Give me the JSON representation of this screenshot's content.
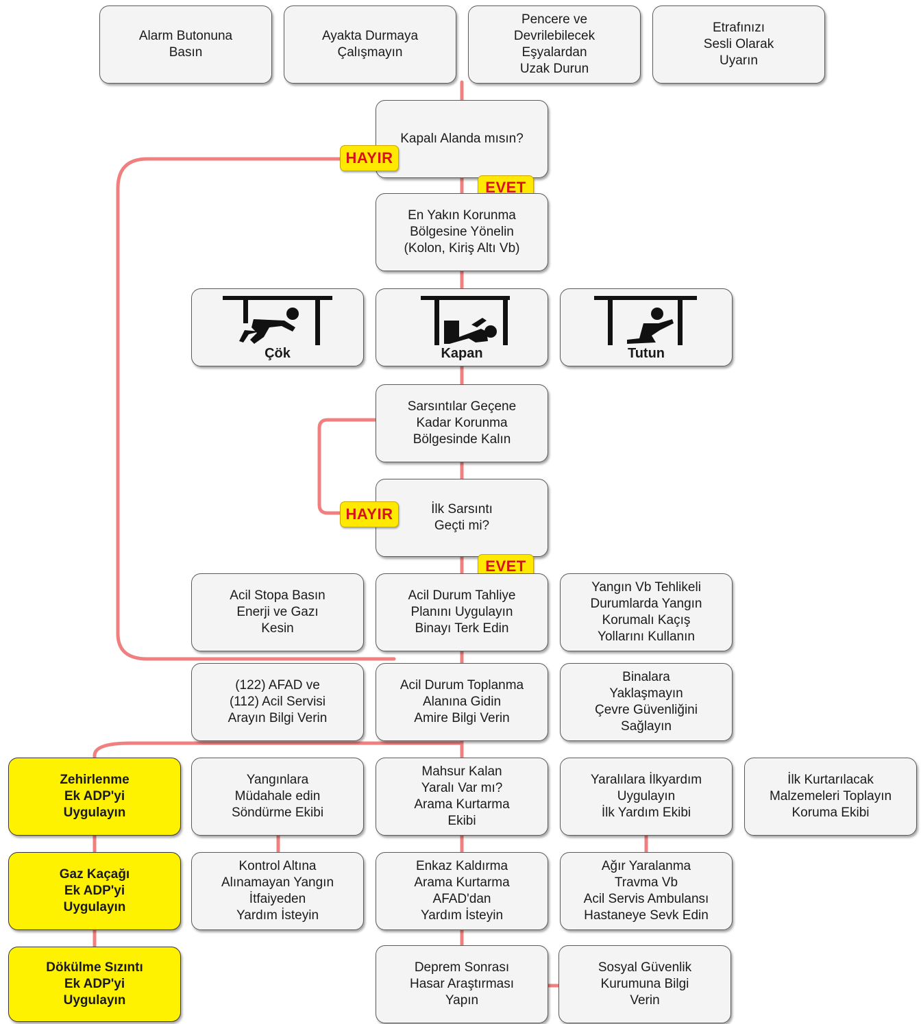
{
  "colors": {
    "connector": "#f08080",
    "box_fill": "#f4f4f4",
    "box_border": "#5a5a5a",
    "yellow_box": "#fff200",
    "tag_fill": "#ffe900",
    "tag_text": "#d8121c"
  },
  "row1": {
    "alarm": "Alarm Butonuna\nBasın",
    "stand": "Ayakta Durmaya\nÇalışmayın",
    "window": "Pencere ve\nDevrilebilecek\nEşyalardan\nUzak Durun",
    "warn": "Etrafınızı\nSesli Olarak\nUyarın"
  },
  "q_indoor": "Kapalı Alanda mısın?",
  "tags": {
    "no": "HAYIR",
    "yes": "EVET"
  },
  "shelter": "En Yakın Korunma\nBölgesine Yönelin\n(Kolon, Kiriş Altı Vb)",
  "actions": {
    "drop": {
      "label": "Çök",
      "icon": "drop-icon"
    },
    "cover": {
      "label": "Kapan",
      "icon": "cover-icon"
    },
    "hold": {
      "label": "Tutun",
      "icon": "hold-icon"
    }
  },
  "stay": "Sarsıntılar Geçene\nKadar Korunma\nBölgesinde Kalın",
  "q_passed": "İlk Sarsıntı\nGeçti mi?",
  "evac": {
    "stop": "Acil Stopa Basın\nEnerji ve Gazı\nKesin",
    "plan": "Acil Durum Tahliye\nPlanını Uygulayın\nBinayı Terk Edin",
    "fire_escape": "Yangın Vb Tehlikeli\nDurumlarda Yangın\nKorumalı Kaçış\nYollarını Kullanın"
  },
  "assembly": {
    "call": "(122) AFAD ve\n(112) Acil Servisi\nArayın Bilgi Verin",
    "gather": "Acil Durum Toplanma\nAlanına Gidin\nAmire Bilgi Verin",
    "safety": "Binalara\nYaklaşmayın\nÇevre Güvenliğini\nSağlayın"
  },
  "side": {
    "poison": "Zehirlenme\nEk ADP'yi\nUygulayın",
    "gas": "Gaz Kaçağı\nEk ADP'yi\nUygulayın",
    "spill": "Dökülme Sızıntı\nEk ADP'yi\nUygulayın"
  },
  "teams": {
    "fire": "Yangınlara\nMüdahale edin\nSöndürme Ekibi",
    "rescue": "Mahsur Kalan\nYaralı Var mı?\nArama Kurtarma\nEkibi",
    "firstaid": "Yaralılara İlkyardım\nUygulayın\nİlk Yardım Ekibi",
    "protect": "İlk Kurtarılacak\nMalzemeleri Toplayın\nKoruma Ekibi"
  },
  "help": {
    "firedept": "Kontrol Altına\nAlınamayan Yangın\nİtfaiyeden\nYardım İsteyin",
    "afad": "Enkaz Kaldırma\nArama Kurtarma\nAFAD'dan\nYardım İsteyin",
    "hospital": "Ağır Yaralanma\nTravma Vb\nAcil Servis Ambulansı\nHastaneye Sevk Edin"
  },
  "after": {
    "damage": "Deprem Sonrası\nHasar Araştırması\nYapın",
    "social": "Sosyal Güvenlik\nKurumuna Bilgi\nVerin"
  }
}
